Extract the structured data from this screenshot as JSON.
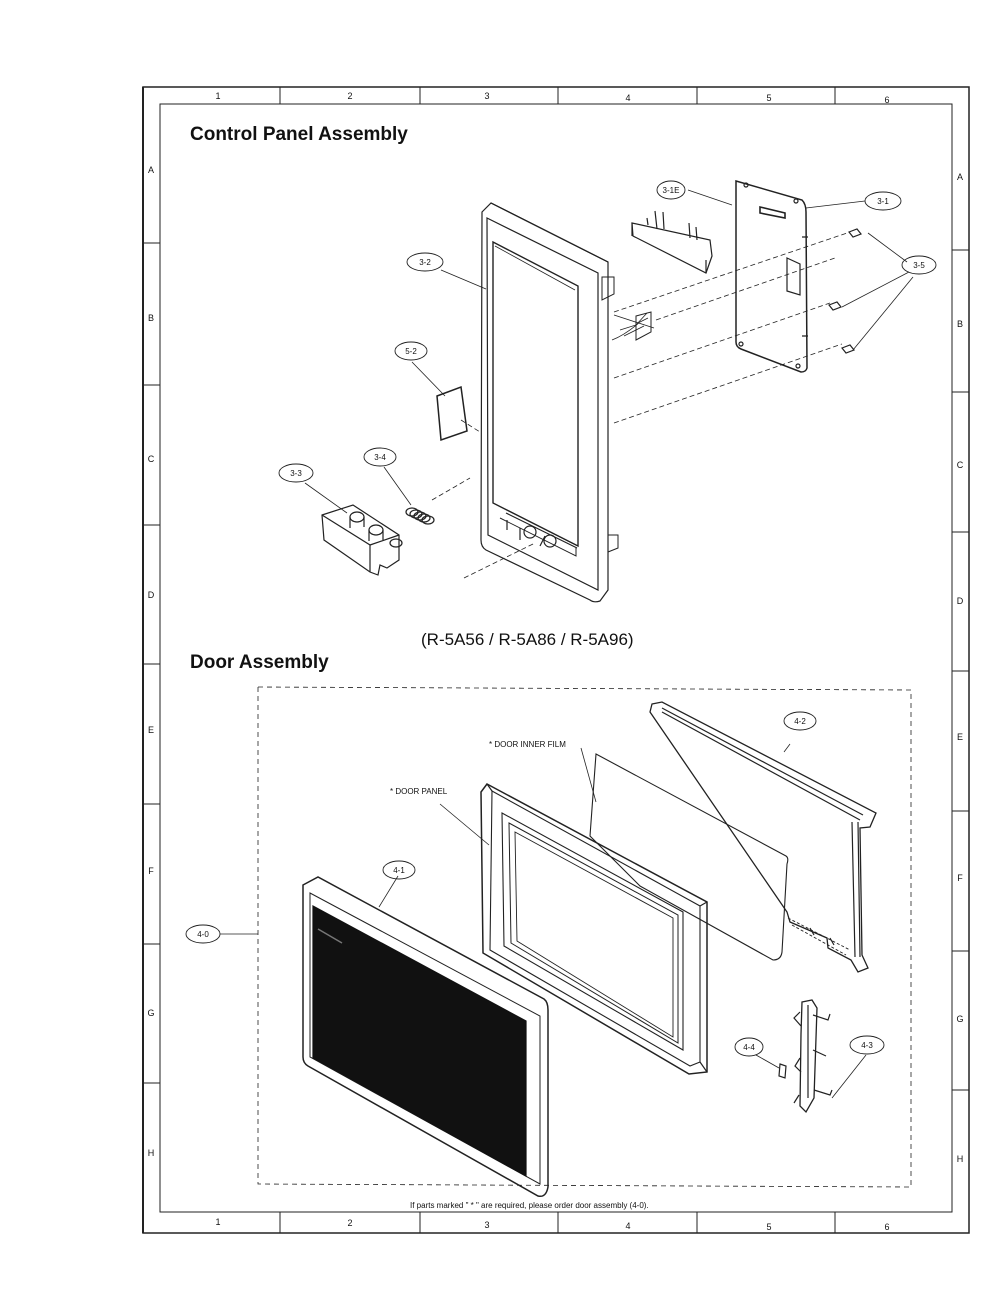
{
  "grid": {
    "columns": [
      "1",
      "2",
      "3",
      "4",
      "5",
      "6"
    ],
    "rows": [
      "A",
      "B",
      "C",
      "D",
      "E",
      "F",
      "G",
      "H"
    ]
  },
  "control_panel": {
    "title": "Control Panel Assembly",
    "callouts": [
      "3-1",
      "3-1E",
      "3-2",
      "3-3",
      "3-4",
      "3-5",
      "5-2"
    ]
  },
  "models_line": "(R-5A56 / R-5A86 / R-5A96)",
  "door": {
    "title": "Door Assembly",
    "callouts": [
      "4-0",
      "4-1",
      "4-2",
      "4-3",
      "4-4"
    ],
    "labels": {
      "inner_film": "* DOOR INNER FILM",
      "door_panel": "* DOOR PANEL"
    }
  },
  "footnote": "If parts marked \" * \" are required, please order door assembly (4-0)."
}
